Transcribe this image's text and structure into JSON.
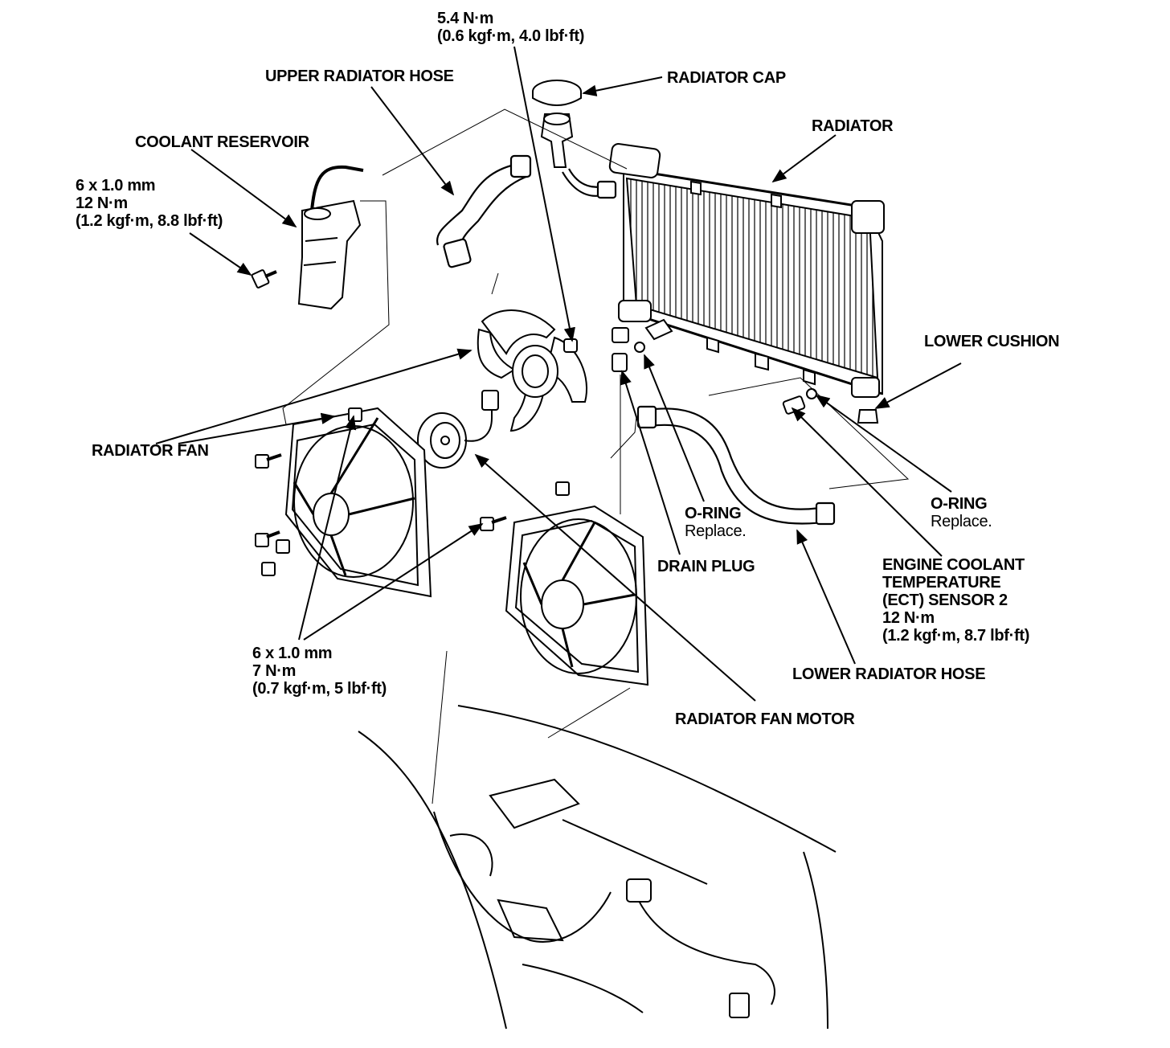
{
  "diagram": {
    "labels": {
      "torque_top": [
        "5.4 N·m",
        "(0.6 kgf·m, 4.0 lbf·ft)"
      ],
      "upper_radiator_hose": "UPPER RADIATOR HOSE",
      "radiator_cap": "RADIATOR CAP",
      "radiator": "RADIATOR",
      "coolant_reservoir": "COOLANT RESERVOIR",
      "torque_reservoir": [
        "6 x 1.0 mm",
        "12 N·m",
        "(1.2 kgf·m, 8.8 lbf·ft)"
      ],
      "lower_cushion": "LOWER CUSHION",
      "radiator_fan": "RADIATOR FAN",
      "oring_left": "O-RING",
      "oring_left_note": "Replace.",
      "oring_right": "O-RING",
      "oring_right_note": "Replace.",
      "drain_plug": "DRAIN PLUG",
      "ect_sensor": [
        "ENGINE COOLANT",
        "TEMPERATURE",
        "(ECT) SENSOR 2",
        "12 N·m",
        "(1.2 kgf·m, 8.7 lbf·ft)"
      ],
      "torque_shroud": [
        "6 x 1.0 mm",
        "7 N·m",
        "(0.7 kgf·m, 5 lbf·ft)"
      ],
      "lower_radiator_hose": "LOWER RADIATOR HOSE",
      "radiator_fan_motor": "RADIATOR FAN MOTOR"
    },
    "colors": {
      "ink": "#000000",
      "paper": "#ffffff"
    }
  }
}
